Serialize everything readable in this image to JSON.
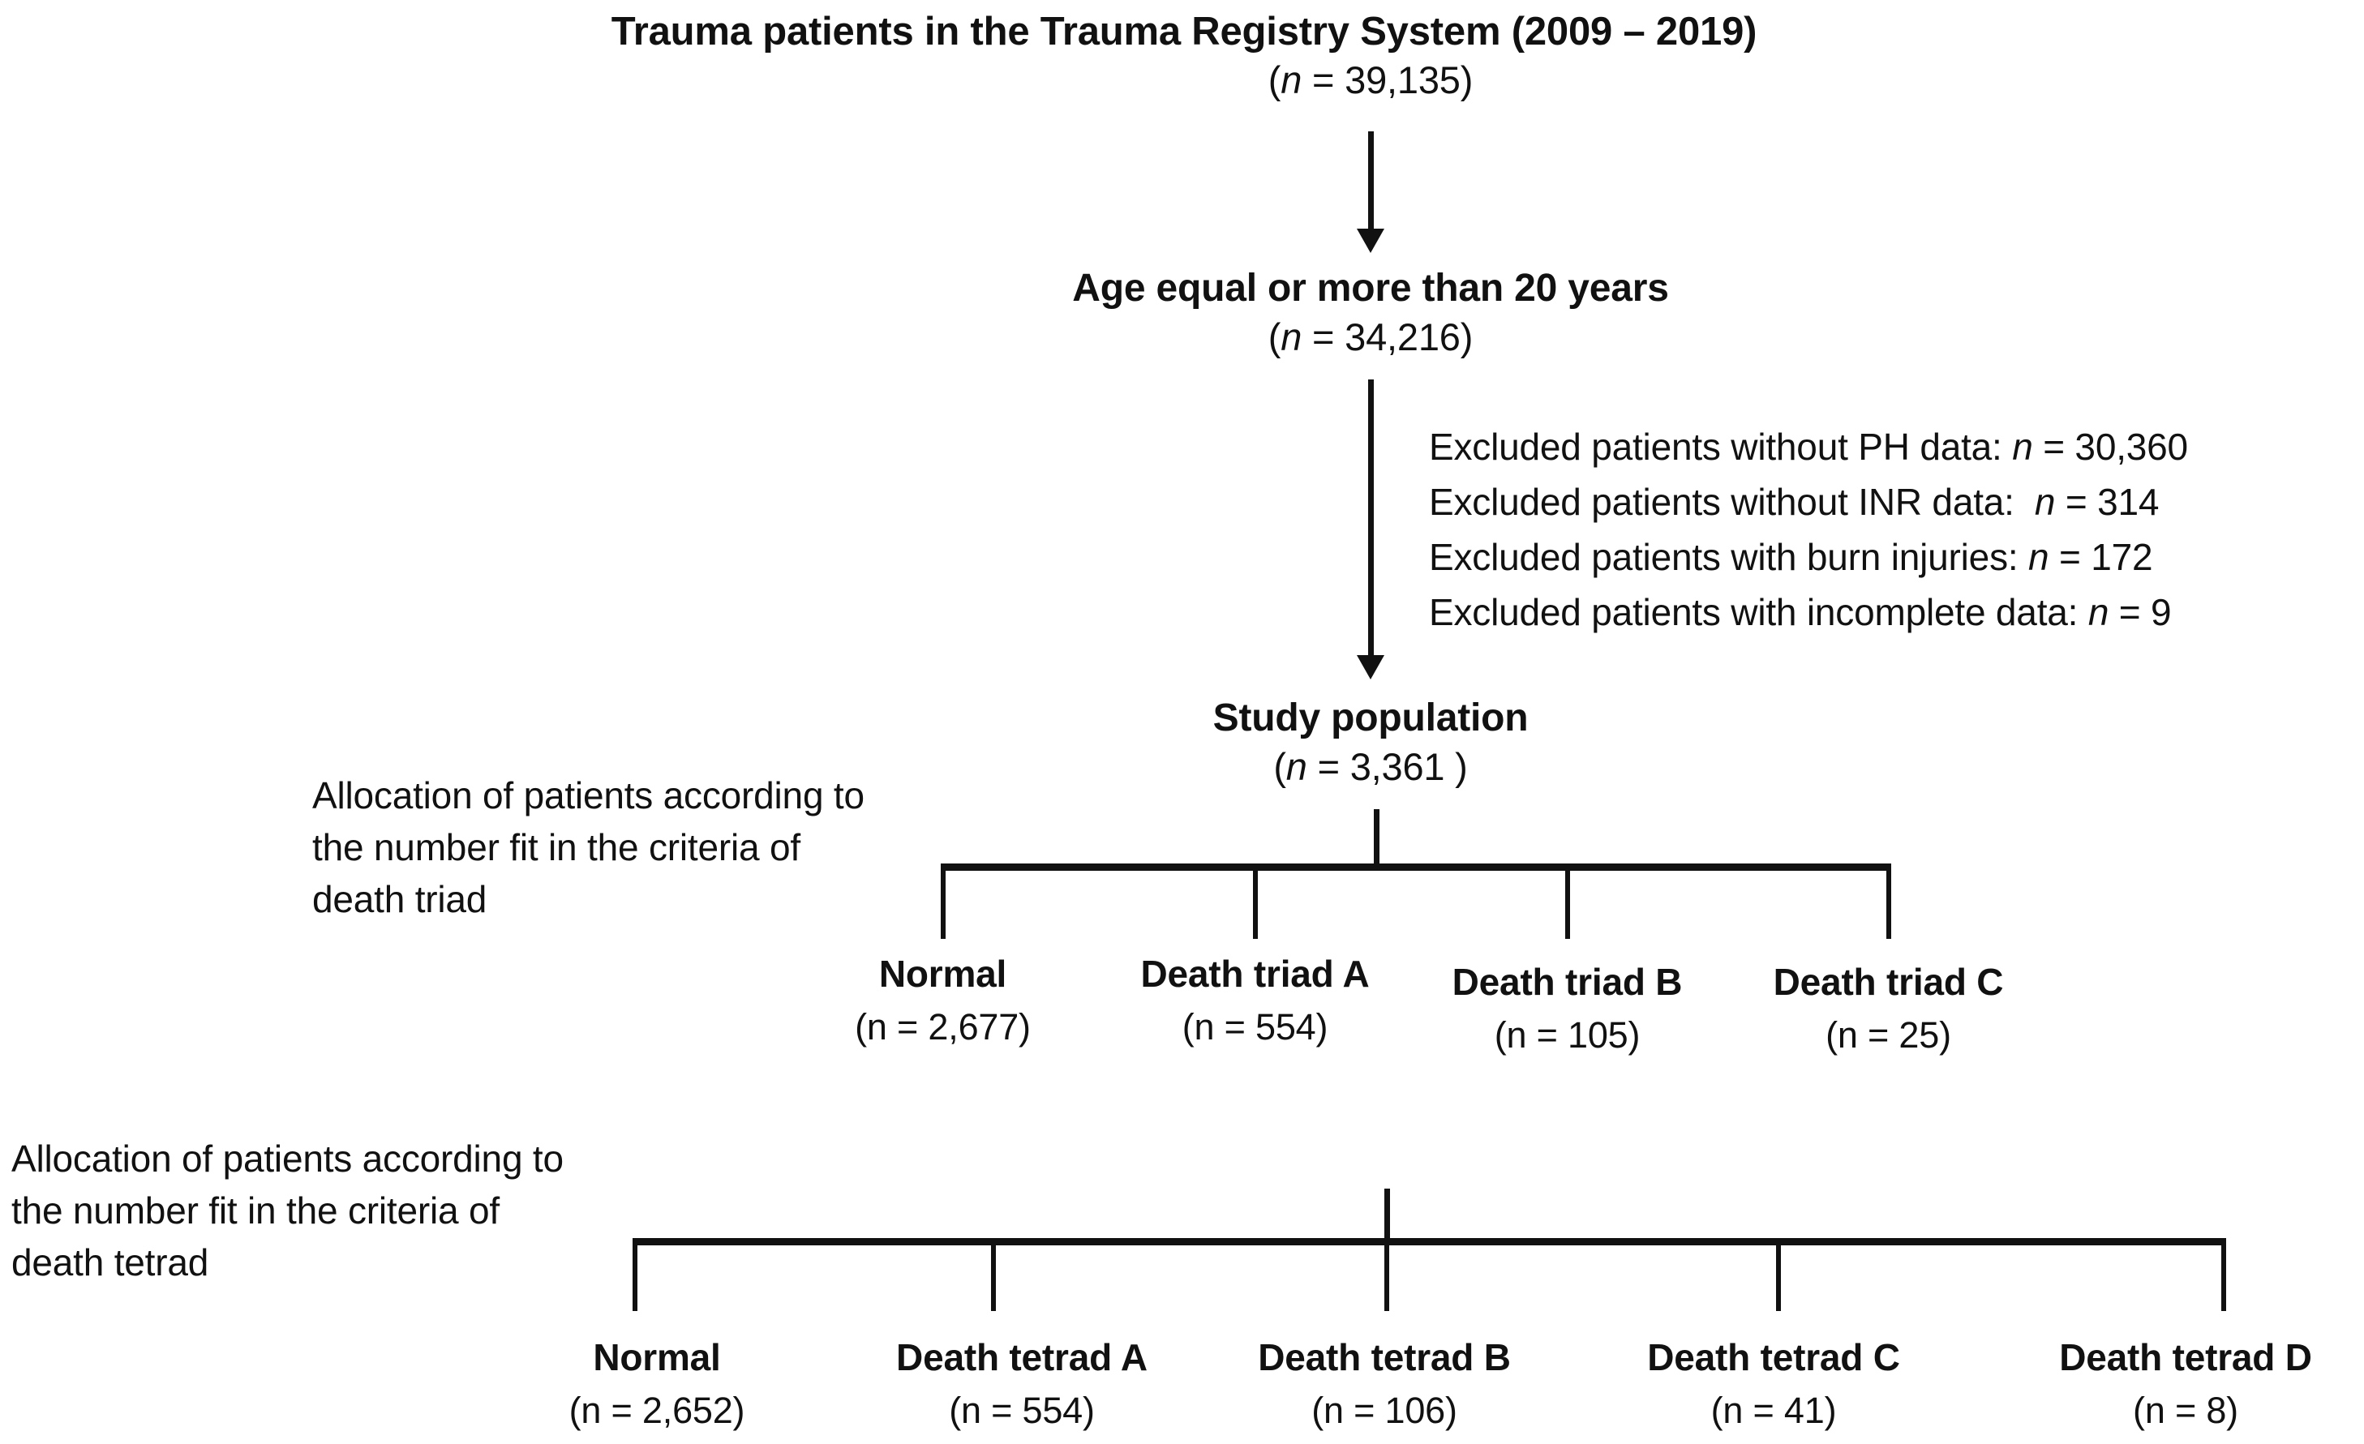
{
  "figure": {
    "type": "flowchart",
    "kind": "patient-selection-flow-diagram"
  },
  "nodes": {
    "registry": {
      "title": "Trauma patients in the Trauma Registry System (2009 – 2019)",
      "count": "(n = 39,135)"
    },
    "age_filter": {
      "title": "Age equal or more than 20 years",
      "count": "(n = 34,216)"
    },
    "study_population": {
      "title": "Study population",
      "count": "(n = 3,361 )"
    }
  },
  "exclusions": [
    "Excluded patients without PH data: n = 30,360",
    "Excluded patients without INR data:  n = 314",
    "Excluded patients with burn injuries: n = 172",
    "Excluded patients with incomplete data: n = 9"
  ],
  "triad": {
    "annotation": {
      "line1": "Allocation of patients according to",
      "line2": "the number fit in the criteria of",
      "line3": "death triad"
    },
    "groups": [
      {
        "label": "Normal",
        "count": "(n = 2,677)"
      },
      {
        "label": "Death triad A",
        "count": "(n = 554)"
      },
      {
        "label": "Death triad B",
        "count": "(n = 105)"
      },
      {
        "label": "Death triad C",
        "count": "(n = 25)"
      }
    ]
  },
  "tetrad": {
    "annotation": {
      "line1": "Allocation of patients according to",
      "line2": "the number fit in the criteria of",
      "line3": "death tetrad"
    },
    "groups": [
      {
        "label": "Normal",
        "count": "(n = 2,652)"
      },
      {
        "label": "Death tetrad A",
        "count": "(n = 554)"
      },
      {
        "label": "Death tetrad B",
        "count": "(n = 106)"
      },
      {
        "label": "Death tetrad C",
        "count": "(n = 41)"
      },
      {
        "label": "Death tetrad D",
        "count": "(n = 8)"
      }
    ]
  },
  "colors": {
    "ink": "#111111",
    "background": "#ffffff"
  }
}
